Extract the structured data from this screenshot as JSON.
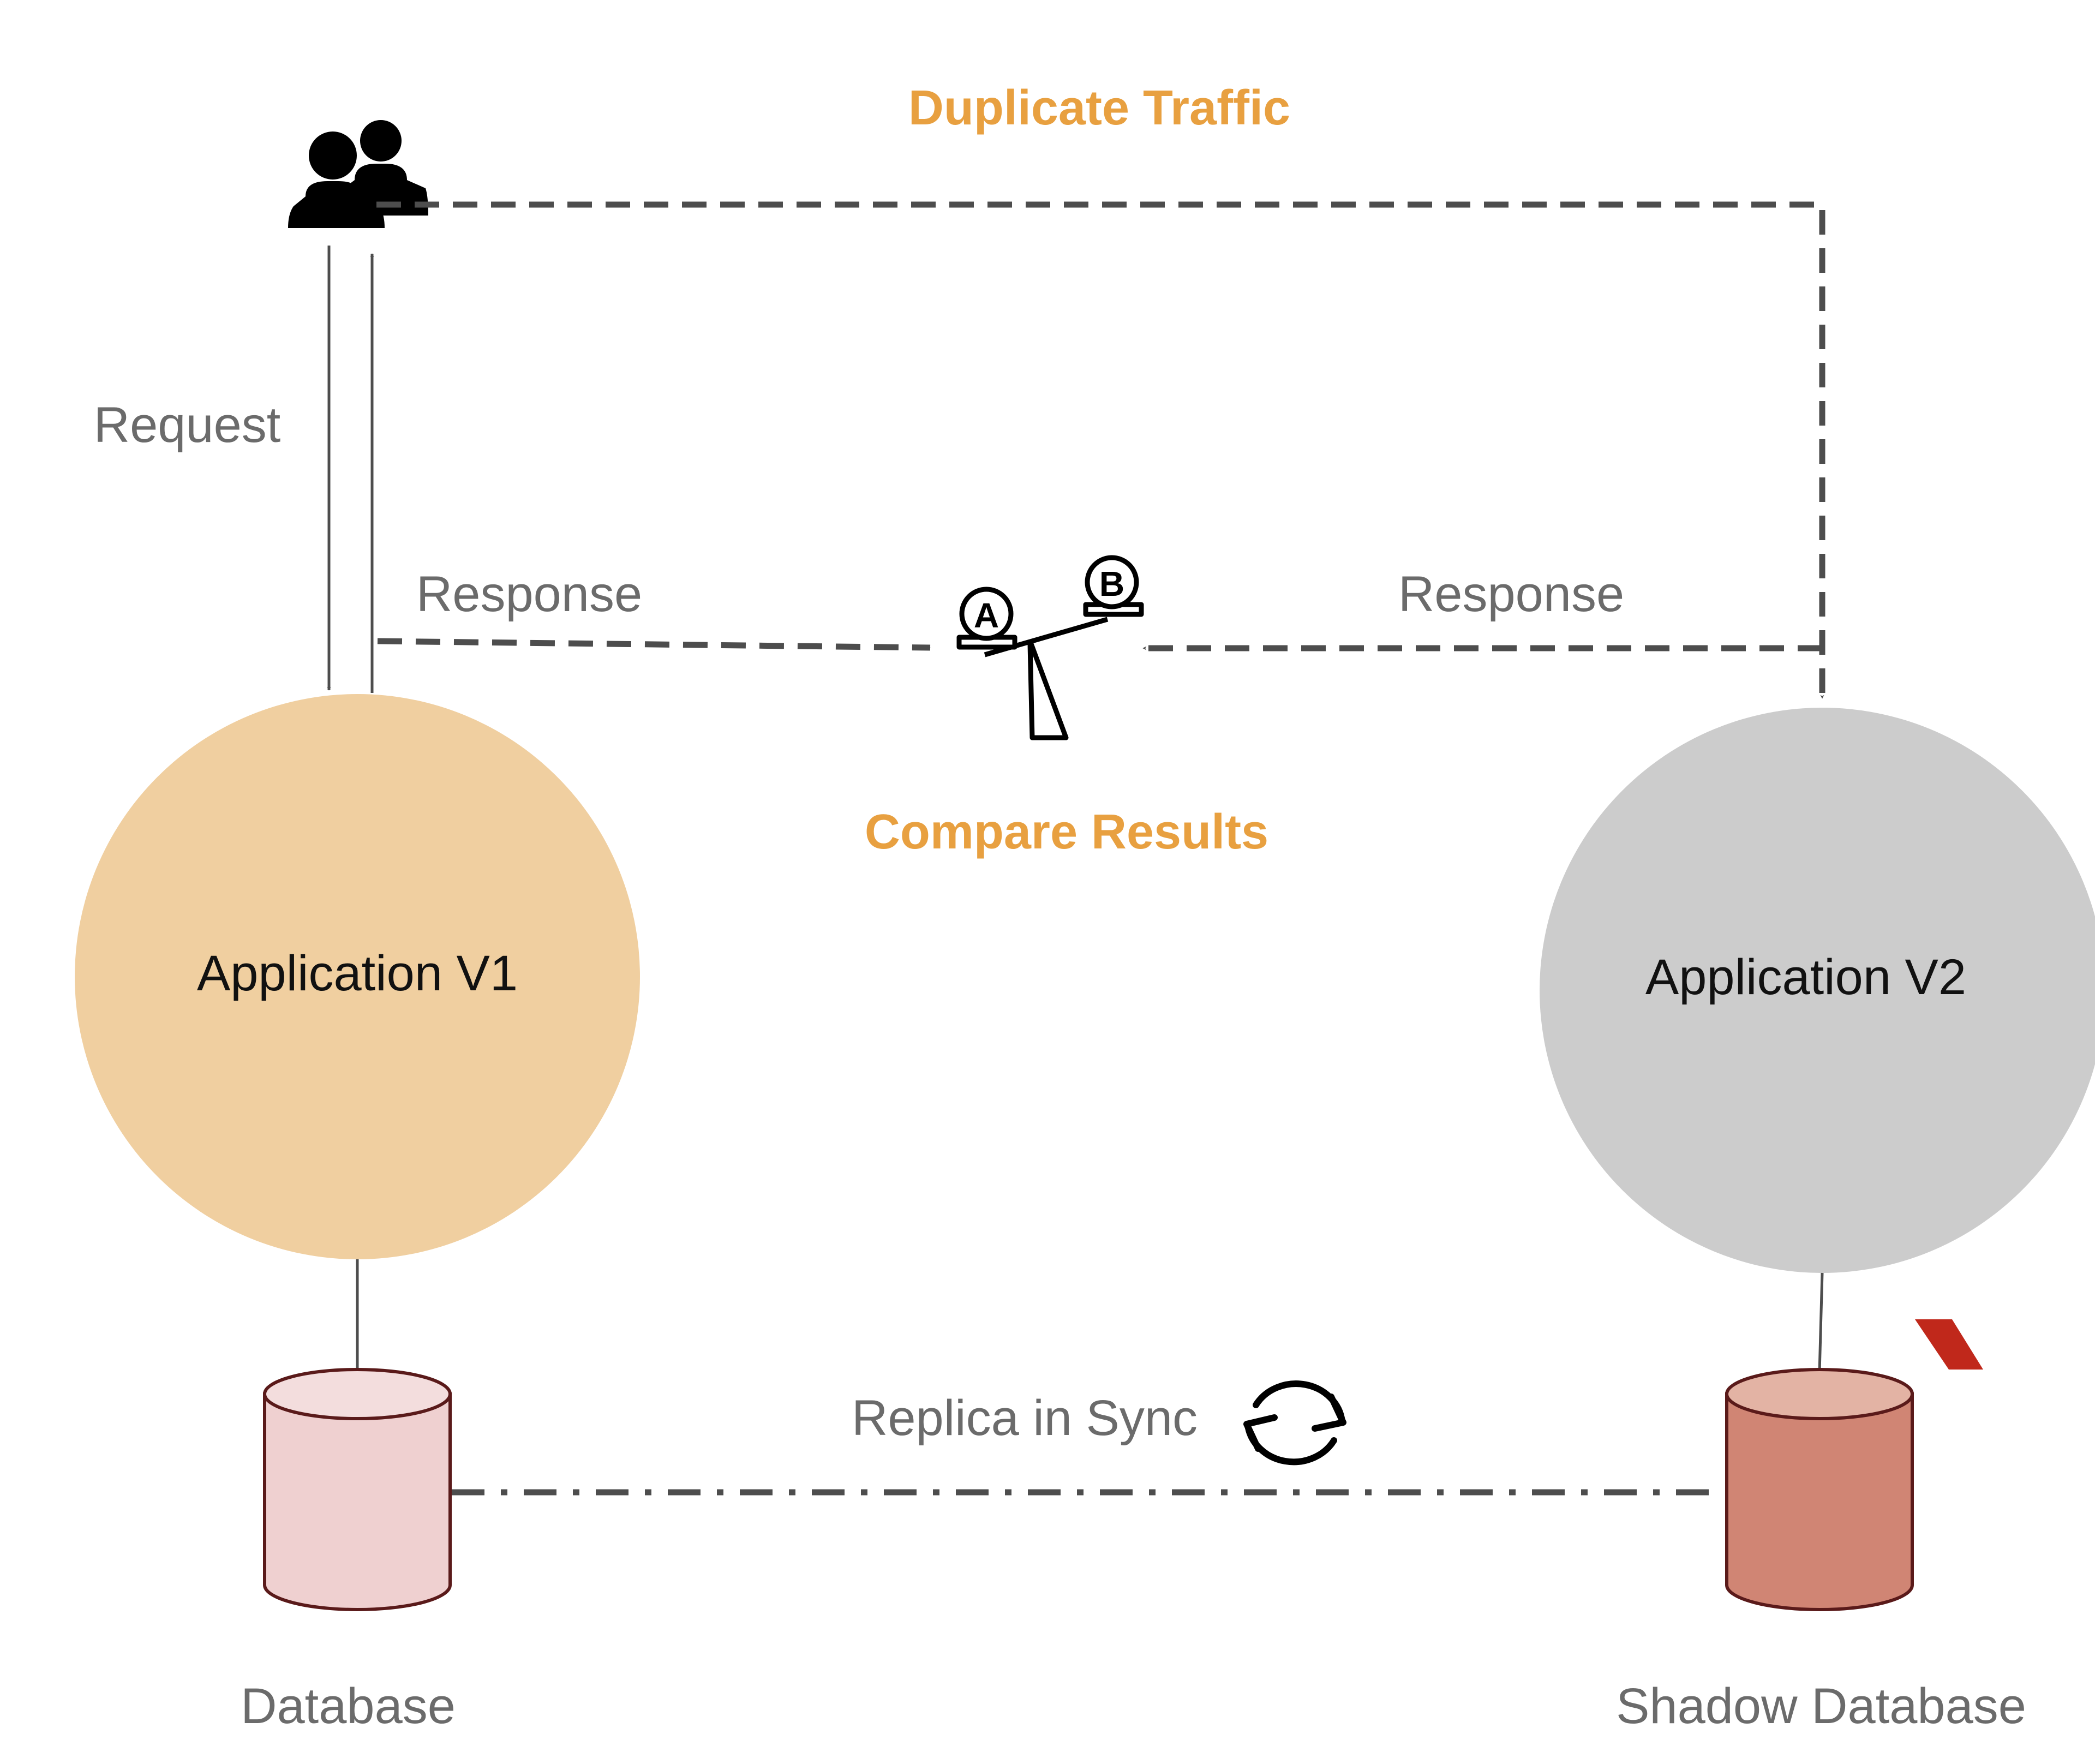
{
  "labels": {
    "duplicate_traffic": "Duplicate Traffic",
    "request": "Request",
    "response_left": "Response",
    "response_right": "Response",
    "compare_results": "Compare Results",
    "app_v1": "Application V1",
    "app_v2": "Application V2",
    "replica_in_sync": "Replica in Sync",
    "database": "Database",
    "shadow_database": "Shadow Database"
  },
  "scale_icon": {
    "left_pan_letter": "A",
    "right_pan_letter": "B"
  },
  "colors": {
    "app_v1_fill": "#f0cfa0",
    "app_v2_fill": "#cccccc",
    "database_fill": "#efd0d0",
    "database_top_fill": "#f3dddd",
    "shadow_db_fill": "#d08574",
    "shadow_db_top_fill": "#e3b3a4",
    "accent_orange": "#e8a040",
    "connector_grey": "#4d4d4d",
    "red_marker": "#c0281b"
  },
  "icons": {
    "users": "users-icon",
    "scale": "balance-scale-icon",
    "sync": "sync-icon"
  }
}
